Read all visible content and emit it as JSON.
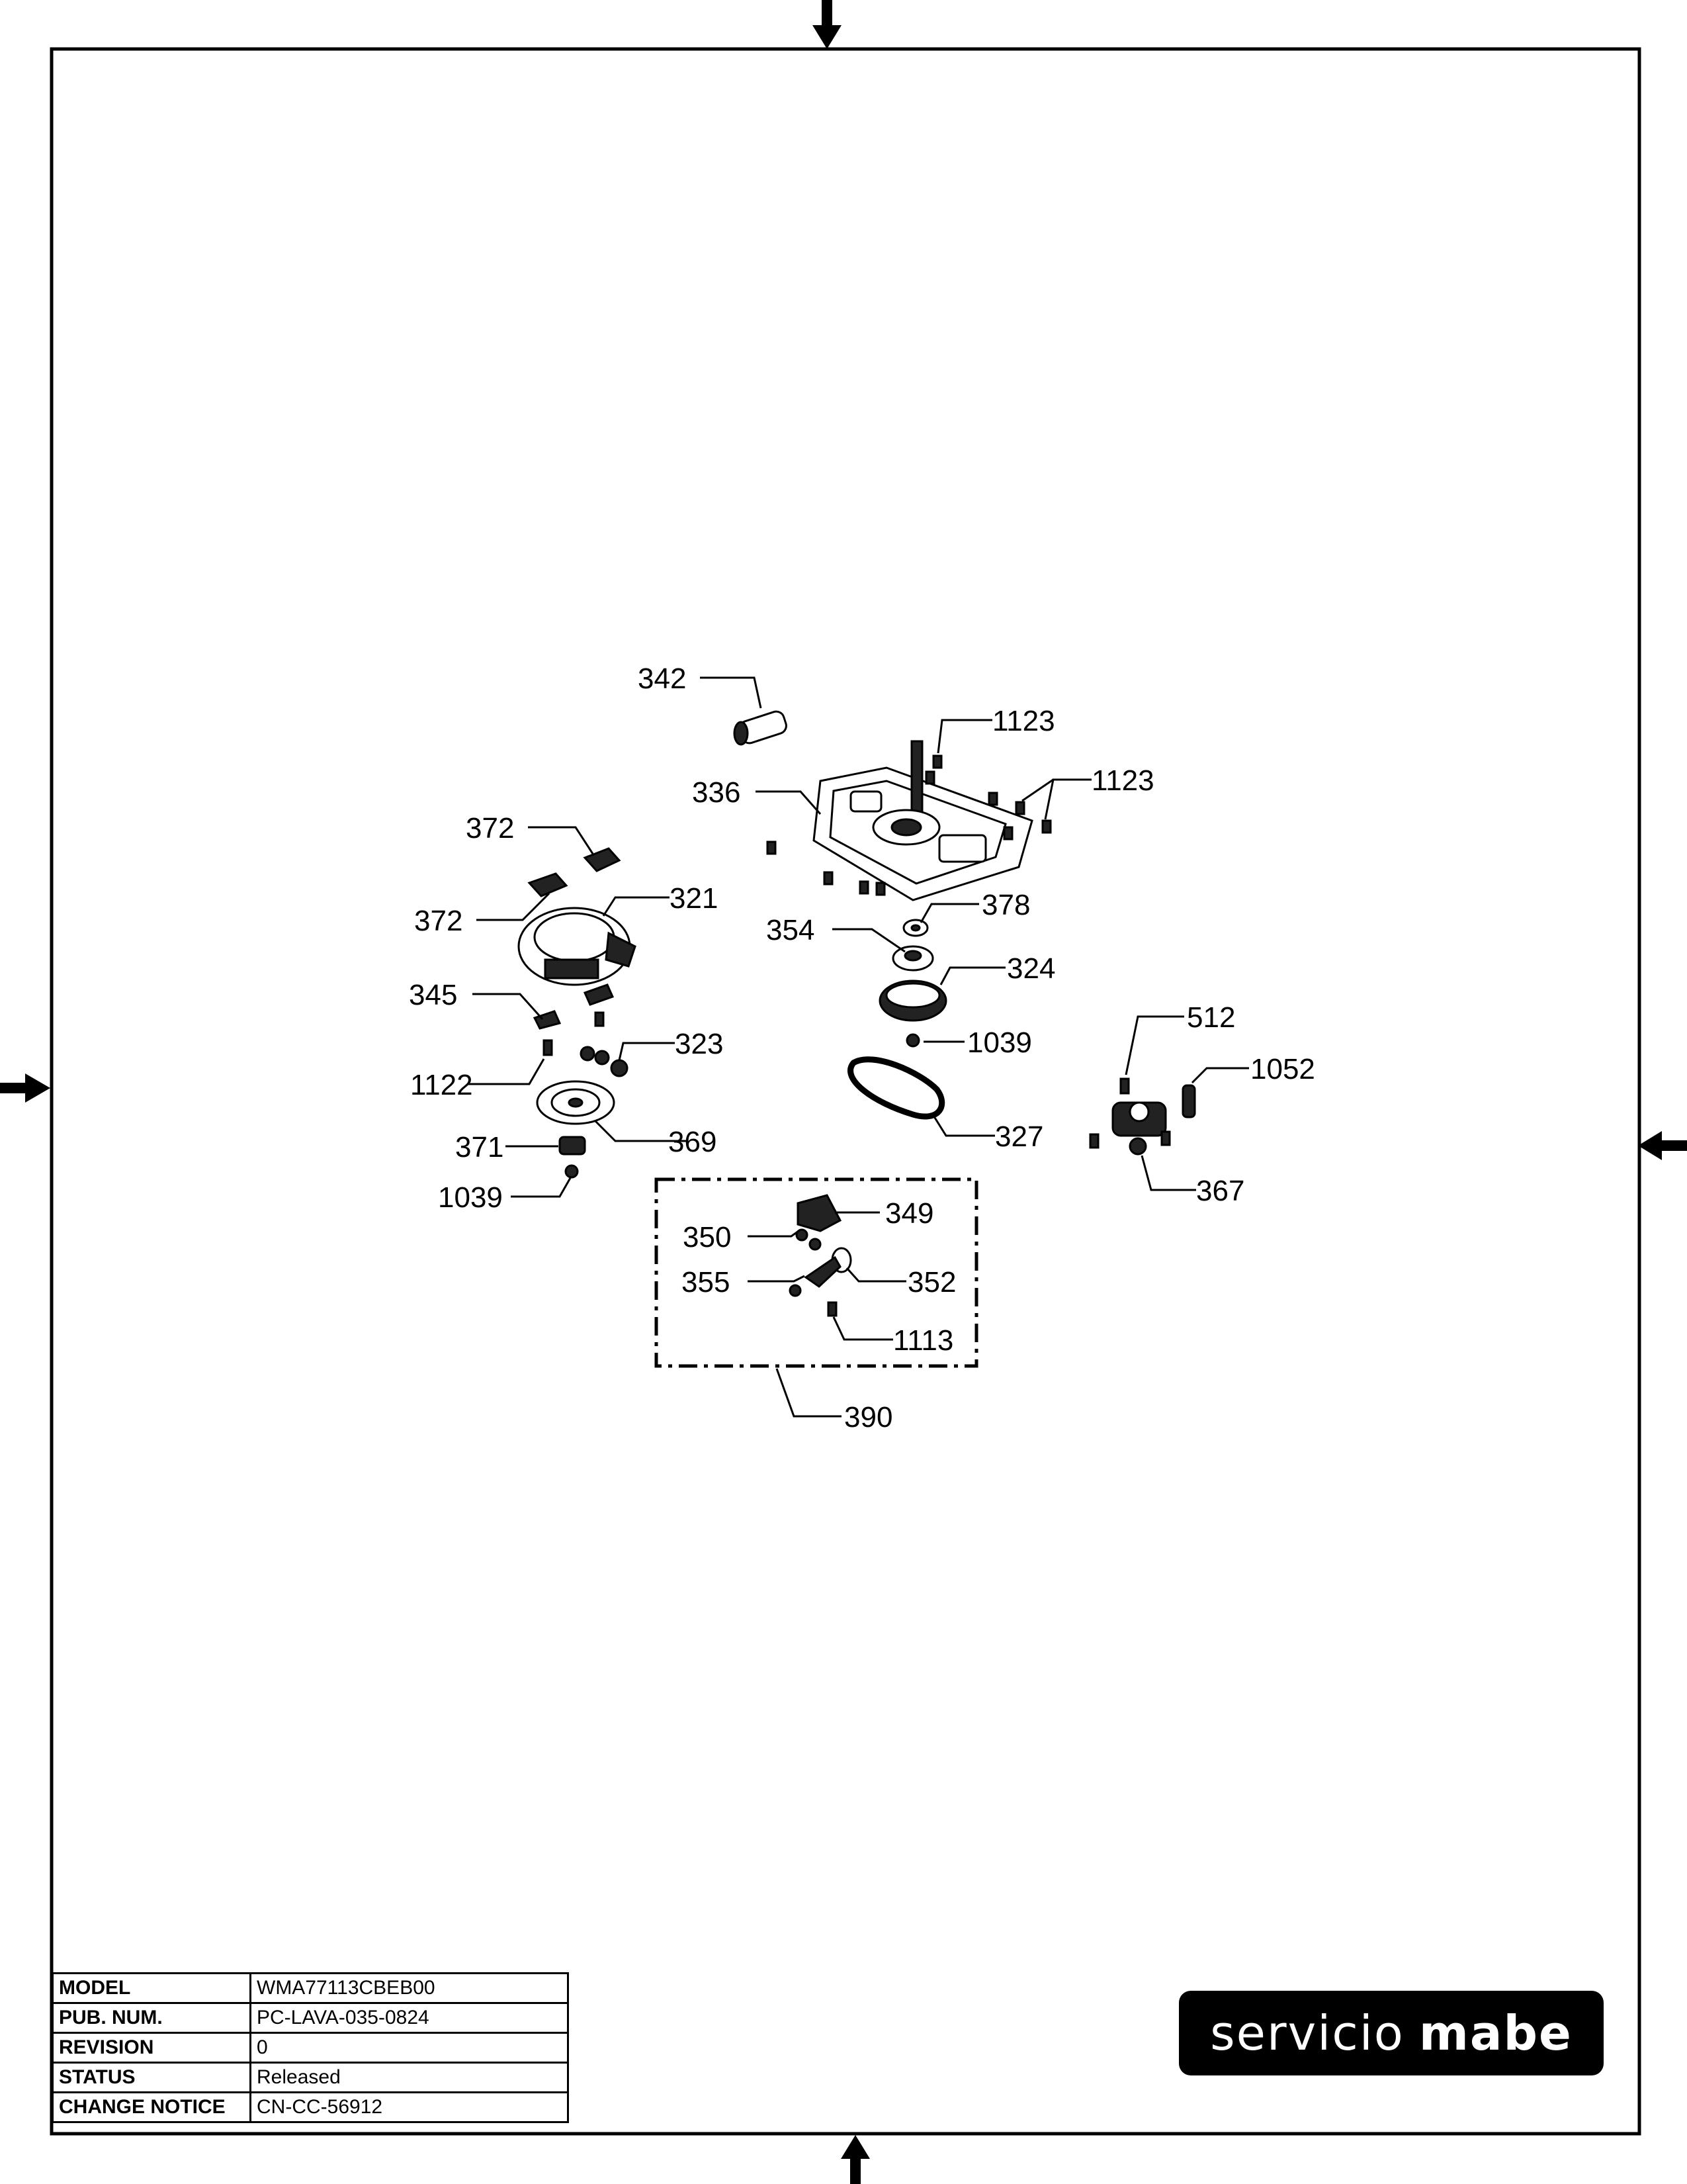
{
  "callouts": {
    "c342": "342",
    "c1123a": "1123",
    "c1123b": "1123",
    "c336": "336",
    "c372a": "372",
    "c372b": "372",
    "c321": "321",
    "c378": "378",
    "c354": "354",
    "c324": "324",
    "c345": "345",
    "c323": "323",
    "c1039a": "1039",
    "c512": "512",
    "c1052": "1052",
    "c1122": "1122",
    "c327": "327",
    "c369": "369",
    "c371": "371",
    "c1039b": "1039",
    "c367": "367",
    "c349": "349",
    "c350": "350",
    "c352": "352",
    "c355": "355",
    "c1113": "1113",
    "c390": "390"
  },
  "info": {
    "rows": [
      {
        "label": "MODEL",
        "value": "WMA77113CBEB00"
      },
      {
        "label": "PUB. NUM.",
        "value": "PC-LAVA-035-0824"
      },
      {
        "label": "REVISION",
        "value": "0"
      },
      {
        "label": "STATUS",
        "value": "Released"
      },
      {
        "label": "CHANGE NOTICE",
        "value": "CN-CC-56912"
      }
    ]
  },
  "brand": {
    "part1": "servicio",
    "part2": "mabe"
  }
}
